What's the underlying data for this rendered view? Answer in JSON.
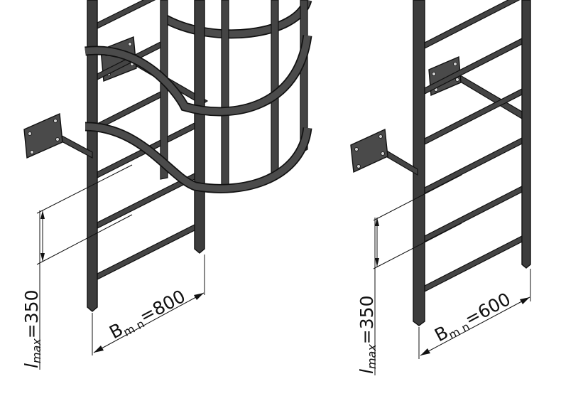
{
  "left_ladder": {
    "spacing_label": {
      "main": "l",
      "sub": "max",
      "value": "=350"
    },
    "width_label": {
      "main": "B",
      "sub": "m n",
      "value": "=800"
    }
  },
  "right_ladder": {
    "spacing_label": {
      "main": "l",
      "sub": "max",
      "value": "=350"
    },
    "width_label": {
      "main": "B",
      "sub": "m n",
      "value": "=600"
    }
  }
}
